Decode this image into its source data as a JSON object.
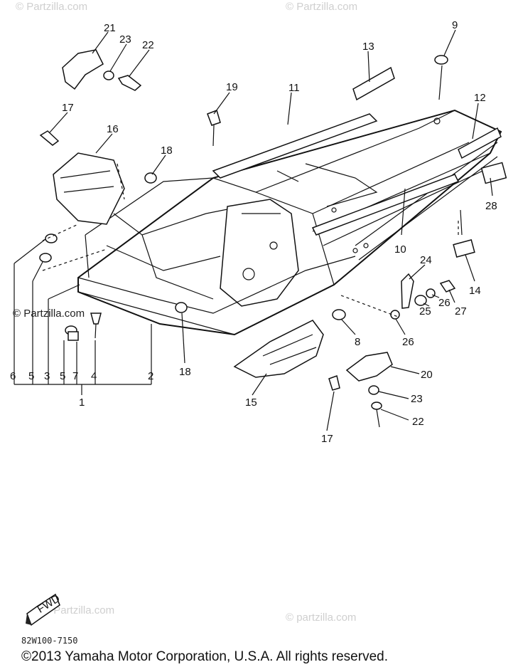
{
  "watermarks": {
    "top_left": "© Partzilla.com",
    "top_right": "© Partzilla.com",
    "mid_left": "© Partzilla.com",
    "bottom_left": "© Partzilla.com",
    "bottom_right": "© partzilla.com"
  },
  "callouts": {
    "c1": "1",
    "c2": "2",
    "c3": "3",
    "c4": "4",
    "c5a": "5",
    "c5b": "5",
    "c6": "6",
    "c7": "7",
    "c8": "8",
    "c9": "9",
    "c10": "10",
    "c11": "11",
    "c12": "12",
    "c13": "13",
    "c14": "14",
    "c15": "15",
    "c16": "16",
    "c17a": "17",
    "c17b": "17",
    "c18a": "18",
    "c18b": "18",
    "c19": "19",
    "c20": "20",
    "c21": "21",
    "c22a": "22",
    "c22b": "22",
    "c23a": "23",
    "c23b": "23",
    "c24": "24",
    "c25": "25",
    "c26a": "26",
    "c26b": "26",
    "c27": "27",
    "c28": "28"
  },
  "fwd_label": "FWD",
  "diagram_code": "82W100-7150",
  "copyright": "©2013  Yamaha Motor Corporation, U.S.A. All rights reserved."
}
